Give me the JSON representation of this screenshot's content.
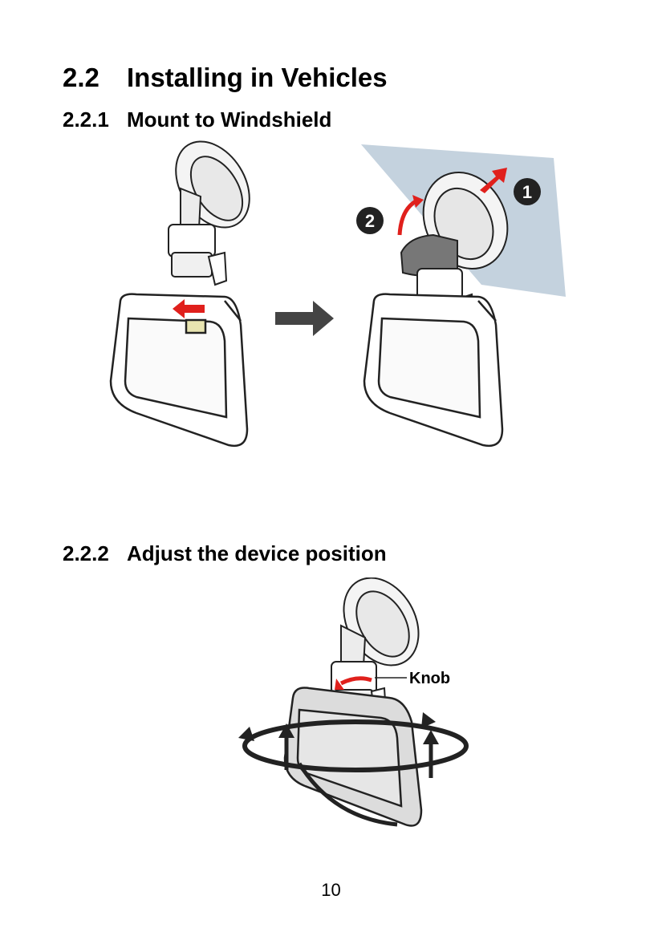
{
  "section": {
    "number": "2.2",
    "title": "Installing in Vehicles"
  },
  "subsection1": {
    "number": "2.2.1",
    "title": "Mount to Windshield"
  },
  "subsection2": {
    "number": "2.2.2",
    "title": "Adjust the device position"
  },
  "figure1": {
    "step1_label": "1",
    "step2_label": "2"
  },
  "figure2": {
    "knob_label": "Knob"
  },
  "page_number": "10",
  "colors": {
    "arrow_red": "#e0201c",
    "windshield": "#c4d2de",
    "device_body": "#ffffff",
    "outline": "#222222"
  }
}
